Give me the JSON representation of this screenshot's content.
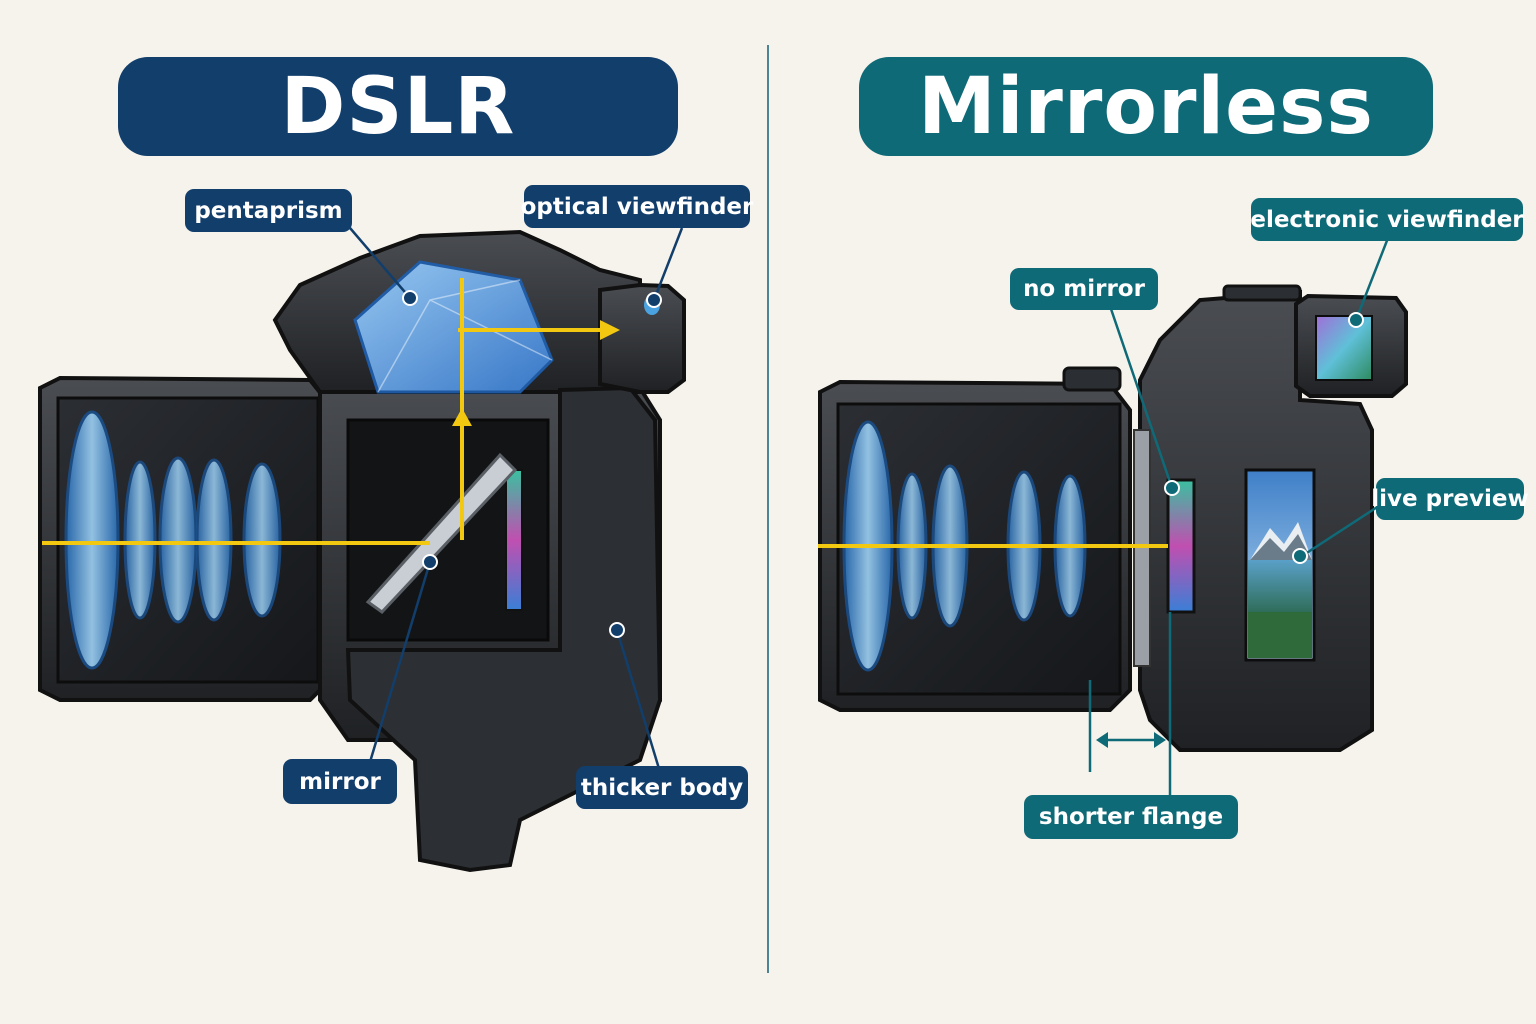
{
  "dslr": {
    "title": "DSLR",
    "labels": {
      "pentaprism": "pentaprism",
      "optical_viewfinder": "optical viewfinder",
      "mirror": "mirror",
      "thicker_body": "thicker body"
    }
  },
  "mirrorless": {
    "title": "Mirrorless",
    "labels": {
      "electronic_viewfinder": "electronic viewfinder",
      "no_mirror": "no mirror",
      "live_preview": "live preview",
      "shorter_flange": "shorter flange"
    }
  },
  "colors": {
    "dslr_accent": "#123e6c",
    "mirrorless_accent": "#0f6a78",
    "light_path": "#f2c811",
    "background": "#f6f3ec"
  }
}
